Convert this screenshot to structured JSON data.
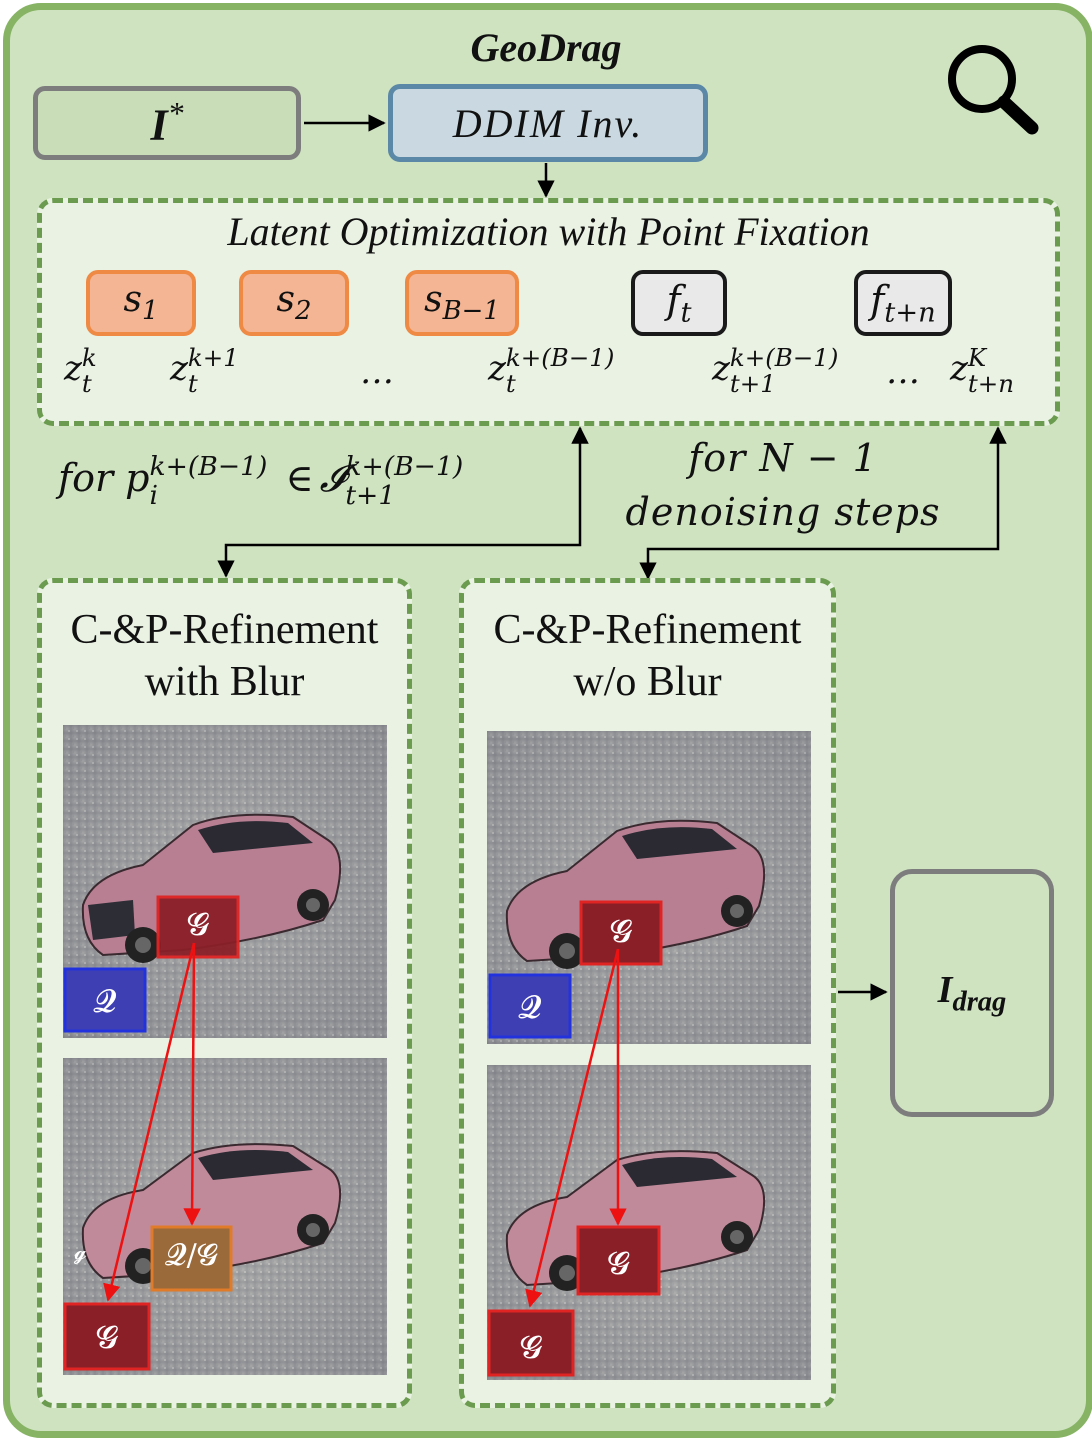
{
  "title": "GeoDrag",
  "colors": {
    "background_green": "#cfe3c1",
    "frame_green": "#86b364",
    "dashed_green": "#6b9b4e",
    "orange_box": "#f4b594",
    "orange_border": "#ef8a45",
    "ddim_box": "#cad9e1",
    "ddim_border": "#5b88a6",
    "g_patch_red": "#e02424",
    "q_patch_blue": "#2233dd",
    "qg_patch_orange": "#e07b2a",
    "arrow_red": "#ee1111"
  },
  "nodes": {
    "input_image": {
      "base": "I",
      "sup": "*"
    },
    "ddim_inversion": "DDIM Inv.",
    "output_image": {
      "base": "I",
      "sub": "drag"
    }
  },
  "latent_optimization": {
    "title": "Latent Optimization with Point Fixation",
    "s_boxes": [
      {
        "base": "s",
        "sub": "1"
      },
      {
        "base": "s",
        "sub": "2"
      },
      {
        "base": "s",
        "sub": "B−1"
      }
    ],
    "f_boxes": [
      {
        "base": "f",
        "sub": "t"
      },
      {
        "base": "f",
        "sub": "t+n"
      }
    ],
    "z_sequence": [
      {
        "base": "z",
        "sup": "k",
        "sub": "t"
      },
      {
        "base": "z",
        "sup": "k+1",
        "sub": "t"
      },
      {
        "base": "z",
        "sup": "k+(B−1)",
        "sub": "t"
      },
      {
        "base": "z",
        "sup": "k+(B−1)",
        "sub": "t+1"
      },
      {
        "base": "z",
        "sup": "K",
        "sub": "t+n"
      }
    ],
    "ellipsis": "…"
  },
  "condition": {
    "prefix": "for p",
    "p_sup": "k+(B−1)",
    "p_sub": "i",
    "member": "∈",
    "set": "𝓘",
    "set_sup": "k+(B−1)",
    "set_sub": "t+1"
  },
  "denoising": {
    "line1": "for N − 1",
    "line2": "denoising steps"
  },
  "panels": [
    {
      "title_line1": "C-&P-Refinement",
      "title_line2": "with Blur",
      "patch_g": "𝓖",
      "patch_q": "𝓠",
      "patch_qg": "𝓠/𝓖",
      "small_g": "𝓰"
    },
    {
      "title_line1": "C-&P-Refinement",
      "title_line2": "w/o Blur",
      "patch_g": "𝓖",
      "patch_q": "𝓠"
    }
  ],
  "icons": {
    "zoom": "magnifier-icon"
  }
}
